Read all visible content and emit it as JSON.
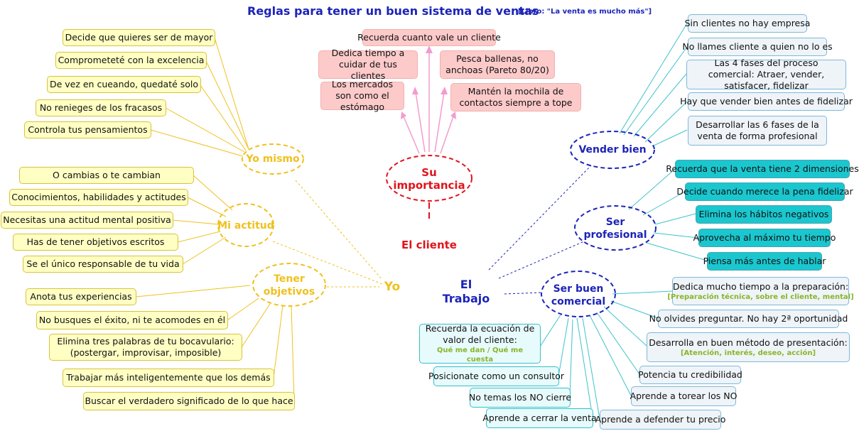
{
  "title": "Reglas para tener un buen sistema de ventas",
  "subtitle": "[Libro: \"La venta es mucho más\"]",
  "centers": {
    "yo": "Yo",
    "trabajo": "El Trabajo",
    "cliente": "El cliente"
  },
  "yo_mismo": {
    "label": "Yo mismo",
    "items": [
      "Decide que quieres ser de mayor",
      "Comprometeté con la excelencia",
      "De vez en cueando, quedaté solo",
      "No renieges de los fracasos",
      "Controla tus pensamientos"
    ]
  },
  "mi_actitud": {
    "label": "Mi actitud",
    "items": [
      "O cambias o te cambian",
      "Conocimientos, habilidades y actitudes",
      "Necesitas una actitud mental positiva",
      "Has de tener objetivos escritos",
      "Se el único responsable de tu vida"
    ]
  },
  "tener_objetivos": {
    "label": "Tener objetivos",
    "items": [
      "Anota tus experiencias",
      "No busques el éxito, ni te acomodes en él",
      "Elimina tres palabras de tu bocavulario: (postergar, improvisar, imposible)",
      "Trabajar más inteligentemente que los demás",
      "Buscar el verdadero significado de lo que hace"
    ]
  },
  "su_importancia": {
    "label": "Su importancia",
    "items": [
      "Recuerda cuanto vale un cliente",
      "Dedica tiempo a cuidar de tus clientes",
      "Pesca ballenas, no anchoas (Pareto 80/20)",
      "Los mercados son como el estómago",
      "Mantén la mochila de contactos siempre a tope"
    ]
  },
  "vender_bien": {
    "label": "Vender bien",
    "items": [
      "Sin clientes no hay empresa",
      "No llames cliente a quien no lo es",
      "Las 4 fases del proceso comercial: Atraer, vender, satisfacer, fidelizar",
      "Hay que vender bien antes de fidelizar",
      "Desarrollar las 6 fases de la venta de forma profesional"
    ]
  },
  "ser_profesional": {
    "label": "Ser profesional",
    "items": [
      "Recuerda que la venta tiene 2 dimensiones",
      "Decide cuando merece la pena fidelizar",
      "Elimina los hábitos negativos",
      "Aprovecha al máximo tu tiempo",
      "Piensa más antes de hablar"
    ]
  },
  "ser_buen_comercial": {
    "label": "Ser buen comercial",
    "items": [
      {
        "text": "Dedica mucho tiempo a la preparación:",
        "sub": "[Preparación técnica, sobre el cliente, mental]"
      },
      {
        "text": "No olvides preguntar. No hay 2ª oportunidad",
        "sub": ""
      },
      {
        "text": "Desarrolla en buen método de presentación:",
        "sub": "[Atención, interés, deseo, acción]"
      },
      {
        "text": "Potencia tu credibilidad",
        "sub": ""
      },
      {
        "text": "Aprende a torear los NO",
        "sub": ""
      },
      {
        "text": "Aprende a defender tu precio",
        "sub": ""
      },
      {
        "text": "Aprende a cerrar la venta",
        "sub": ""
      },
      {
        "text": "No temas los NO cierre",
        "sub": ""
      },
      {
        "text": "Posicionate como un consultor",
        "sub": ""
      },
      {
        "text": "Recuerda la ecuación de valor del cliente:",
        "sub": "Qué me dan / Qué me cuesta"
      }
    ]
  },
  "colors": {
    "title_blue": "#1c24b8",
    "yellow_branch": "#efc11e",
    "red_branch": "#e0141c",
    "pink_arrow": "#f39bd0",
    "cyan_line": "#3ec3cb",
    "accent_green": "#89b52a"
  }
}
